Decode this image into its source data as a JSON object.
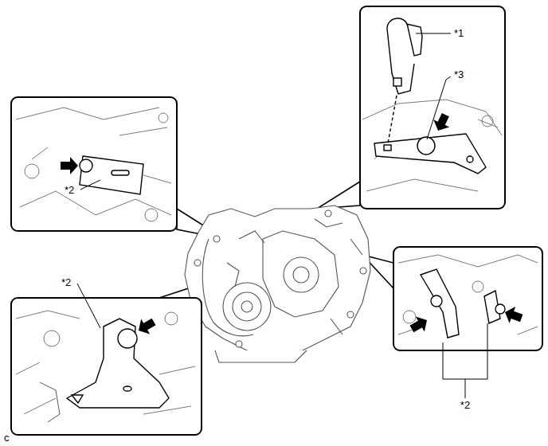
{
  "diagram": {
    "labels": [
      "*1",
      "*3",
      "*2",
      "*2",
      "*2",
      "c"
    ]
  }
}
